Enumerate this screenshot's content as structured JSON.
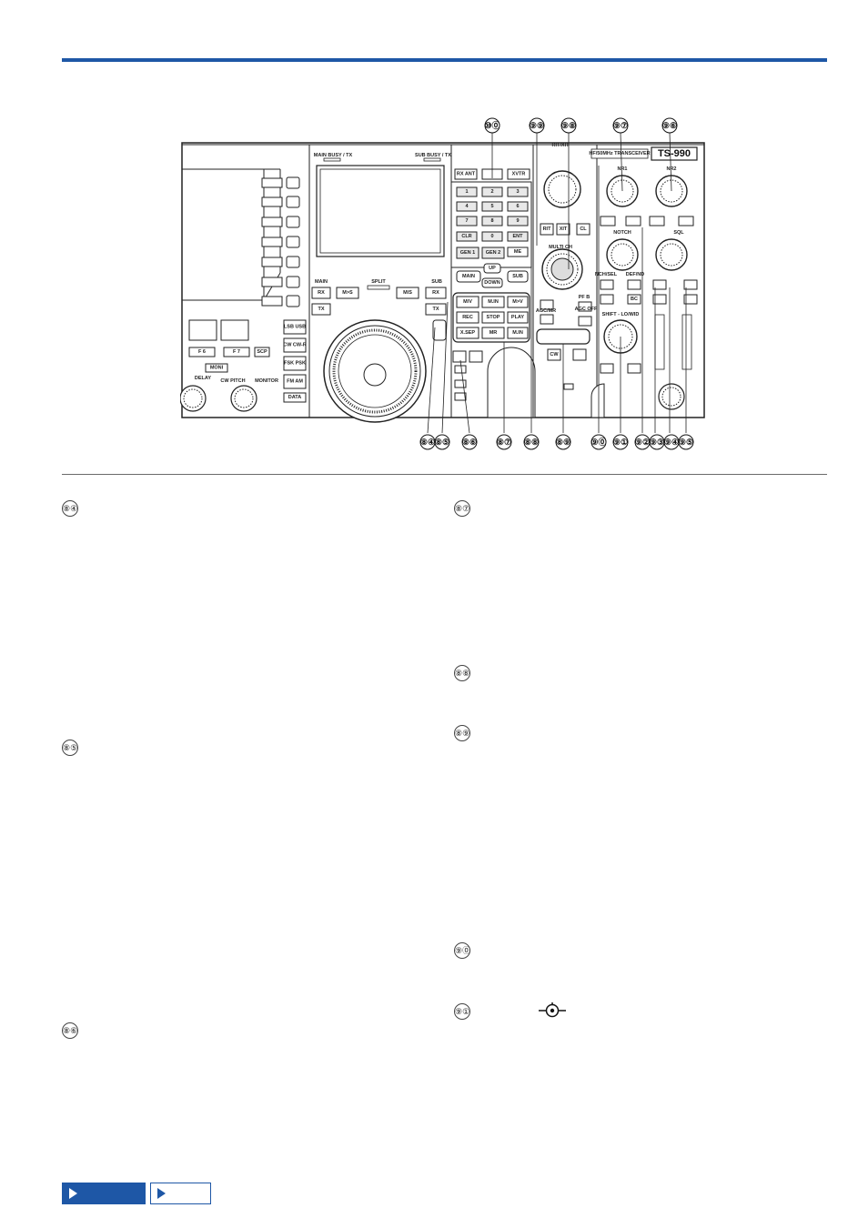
{
  "header": {},
  "diagram": {
    "callouts_top": [
      "⑩⓪",
      "⑨⑨",
      "⑨⑧",
      "⑨⑦",
      "⑨⑥"
    ],
    "callouts_bottom": [
      "⑧④",
      "⑧⑤",
      "⑧⑥",
      "⑧⑦",
      "⑧⑧",
      "⑧⑨",
      "⑨⓪",
      "⑨①",
      "⑨②",
      "⑨③",
      "⑨④",
      "⑨⑤"
    ],
    "panel_labels": {
      "model": "TS-990",
      "transceiver": "HF/50MHz TRANSCEIVER",
      "main_busy": "MAIN BUSY / TX",
      "sub_busy": "SUB BUSY / TX",
      "rx_ant": "RX ANT",
      "xvtr": "XVTR",
      "keys": [
        "1",
        "2",
        "3",
        "4",
        "5",
        "6",
        "7",
        "8",
        "9",
        "CLR",
        "0",
        "ENT"
      ],
      "gen1": "GEN 1",
      "gen2": "GEN 2",
      "me": "ME",
      "main": "MAIN",
      "up": "UP",
      "down": "DOWN",
      "sub": "SUB",
      "mv": "M/V",
      "min": "M.IN",
      "mtov": "M>V",
      "rec": "REC",
      "stop": "STOP",
      "play": "PLAY",
      "xsep": "X.SEP",
      "mr": "MR",
      "rit": "RIT",
      "xit": "XIT",
      "cl": "CL",
      "multi_ch": "MULTI CH",
      "rit_xit": "RIT/XIT",
      "pf_b": "PF B",
      "agc_off": "AGC OFF",
      "agc": "AGC/MR",
      "cw": "CW",
      "split": "SPLIT",
      "mtos": "M>S",
      "ms": "M/S",
      "rx": "RX",
      "tx": "TX",
      "main_lbl": "MAIN",
      "sub_lbl": "SUB",
      "nr1": "NR1",
      "nr2": "NR2",
      "notch": "NOTCH",
      "sql": "SQL",
      "bc": "BC",
      "nch_sel": "NCH/SEL",
      "def_nd": "DEF/ND",
      "shift_lo": "SHIFT - LO/WID",
      "lsb_usb": "LSB USB",
      "cw_r": "CW CW-R",
      "fsk": "FSK PSK",
      "fm_am": "FM AM",
      "data": "DATA",
      "f6": "F 6",
      "f7": "F 7",
      "scp": "SCP",
      "moni": "MONI",
      "delay": "DELAY",
      "cw_pitch": "CW PITCH",
      "monitor": "MONITOR"
    }
  },
  "sections": {
    "n84": "⑧④",
    "n85": "⑧⑤",
    "n86": "⑧⑥",
    "n87": "⑧⑦",
    "n88": "⑧⑧",
    "n89": "⑧⑨",
    "n90": "⑨⓪",
    "n91": "⑨①"
  },
  "icons": {
    "symbol": "antenna-connector-icon",
    "nav_prev": "play-triangle-icon",
    "nav_next": "play-triangle-icon"
  },
  "colors": {
    "accent": "#1e57a6",
    "rule": "#6b6b6b"
  }
}
